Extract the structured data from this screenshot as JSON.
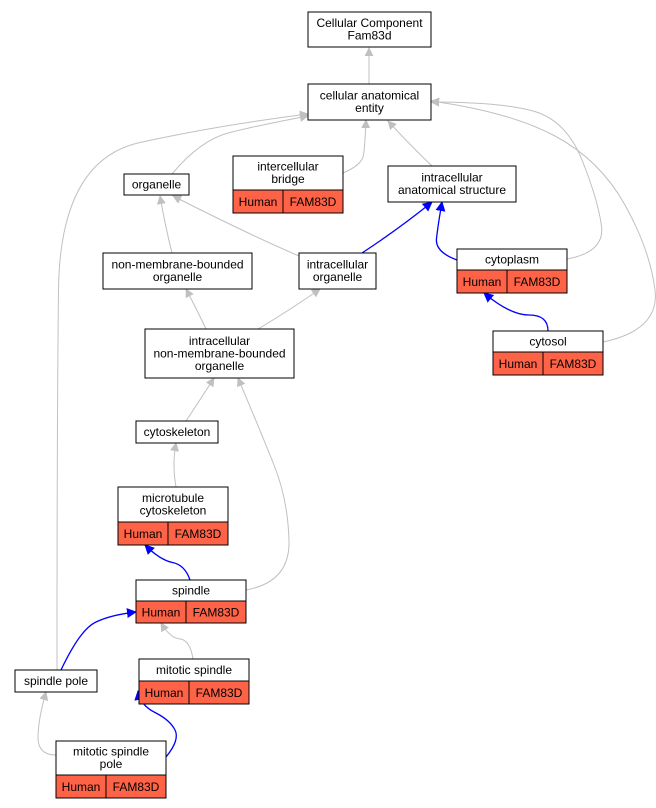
{
  "colors": {
    "gray_edge": "#c0c0c0",
    "blue_edge": "#0000ff",
    "annotation_fill": "#ff6347",
    "node_border": "#000000",
    "background": "#ffffff"
  },
  "nodes": [
    {
      "id": "cellular_component",
      "lines": [
        "Cellular Component",
        "Fam83d"
      ]
    },
    {
      "id": "cellular_anatomical_entity",
      "lines": [
        "cellular anatomical",
        "entity"
      ]
    },
    {
      "id": "organelle",
      "lines": [
        "organelle"
      ]
    },
    {
      "id": "intercellular_bridge",
      "lines": [
        "intercellular",
        "bridge"
      ],
      "annotation": [
        "Human",
        "FAM83D"
      ]
    },
    {
      "id": "intracellular_anatomical_structure",
      "lines": [
        "intracellular",
        "anatomical structure"
      ]
    },
    {
      "id": "non_membrane_bounded_organelle",
      "lines": [
        "non-membrane-bounded",
        "organelle"
      ]
    },
    {
      "id": "intracellular_organelle",
      "lines": [
        "intracellular",
        "organelle"
      ]
    },
    {
      "id": "cytoplasm",
      "lines": [
        "cytoplasm"
      ],
      "annotation": [
        "Human",
        "FAM83D"
      ]
    },
    {
      "id": "intracellular_nmb_organelle",
      "lines": [
        "intracellular",
        "non-membrane-bounded",
        "organelle"
      ]
    },
    {
      "id": "cytosol",
      "lines": [
        "cytosol"
      ],
      "annotation": [
        "Human",
        "FAM83D"
      ]
    },
    {
      "id": "cytoskeleton",
      "lines": [
        "cytoskeleton"
      ]
    },
    {
      "id": "microtubule_cytoskeleton",
      "lines": [
        "microtubule",
        "cytoskeleton"
      ],
      "annotation": [
        "Human",
        "FAM83D"
      ]
    },
    {
      "id": "spindle",
      "lines": [
        "spindle"
      ],
      "annotation": [
        "Human",
        "FAM83D"
      ]
    },
    {
      "id": "mitotic_spindle",
      "lines": [
        "mitotic spindle"
      ],
      "annotation": [
        "Human",
        "FAM83D"
      ]
    },
    {
      "id": "spindle_pole",
      "lines": [
        "spindle pole"
      ]
    },
    {
      "id": "mitotic_spindle_pole",
      "lines": [
        "mitotic spindle",
        "pole"
      ],
      "annotation": [
        "Human",
        "FAM83D"
      ]
    }
  ],
  "edges": [
    {
      "from": "cellular_anatomical_entity",
      "to": "cellular_component",
      "color": "gray"
    },
    {
      "from": "organelle",
      "to": "cellular_anatomical_entity",
      "color": "gray"
    },
    {
      "from": "intercellular_bridge",
      "to": "cellular_anatomical_entity",
      "color": "gray"
    },
    {
      "from": "intracellular_anatomical_structure",
      "to": "cellular_anatomical_entity",
      "color": "gray"
    },
    {
      "from": "cytoplasm",
      "to": "cellular_anatomical_entity",
      "color": "gray"
    },
    {
      "from": "cytosol",
      "to": "cellular_anatomical_entity",
      "color": "gray"
    },
    {
      "from": "spindle_pole",
      "to": "cellular_anatomical_entity",
      "color": "gray"
    },
    {
      "from": "non_membrane_bounded_organelle",
      "to": "organelle",
      "color": "gray"
    },
    {
      "from": "intracellular_organelle",
      "to": "organelle",
      "color": "gray"
    },
    {
      "from": "intracellular_organelle",
      "to": "intracellular_anatomical_structure",
      "color": "blue"
    },
    {
      "from": "cytoplasm",
      "to": "intracellular_anatomical_structure",
      "color": "blue"
    },
    {
      "from": "cytosol",
      "to": "cytoplasm",
      "color": "blue"
    },
    {
      "from": "intracellular_nmb_organelle",
      "to": "non_membrane_bounded_organelle",
      "color": "gray"
    },
    {
      "from": "intracellular_nmb_organelle",
      "to": "intracellular_organelle",
      "color": "gray"
    },
    {
      "from": "cytoskeleton",
      "to": "intracellular_nmb_organelle",
      "color": "gray"
    },
    {
      "from": "spindle",
      "to": "intracellular_nmb_organelle",
      "color": "gray"
    },
    {
      "from": "microtubule_cytoskeleton",
      "to": "cytoskeleton",
      "color": "gray"
    },
    {
      "from": "spindle",
      "to": "microtubule_cytoskeleton",
      "color": "blue"
    },
    {
      "from": "mitotic_spindle",
      "to": "spindle",
      "color": "gray"
    },
    {
      "from": "spindle_pole",
      "to": "spindle",
      "color": "blue"
    },
    {
      "from": "mitotic_spindle_pole",
      "to": "mitotic_spindle",
      "color": "blue"
    },
    {
      "from": "mitotic_spindle_pole",
      "to": "spindle_pole",
      "color": "gray"
    }
  ]
}
